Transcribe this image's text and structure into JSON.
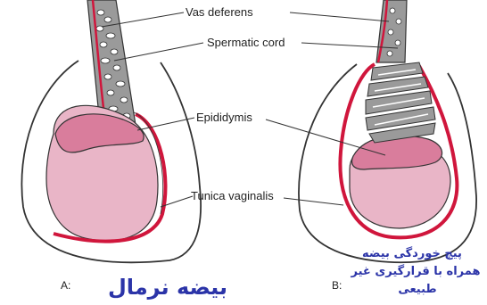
{
  "labels": {
    "vas_deferens": "Vas deferens",
    "spermatic_cord": "Spermatic cord",
    "epididymis": "Epididymis",
    "tunica_vaginalis": "Tunica vaginalis"
  },
  "panel_a": {
    "letter": "A:",
    "caption": "بیضه نرمال"
  },
  "panel_b": {
    "letter": "B:",
    "caption_lines": [
      "پیچ خوردگی بیضه",
      "همراه با قرارگیری غیر",
      "طبیعی"
    ]
  },
  "colors": {
    "tunica_red": "#d0163c",
    "testis_pink": "#e9b5c7",
    "epididymis_pink": "#d97d9c",
    "cord_gray": "#9a9a9a",
    "caption_blue": "#2b34a8"
  }
}
